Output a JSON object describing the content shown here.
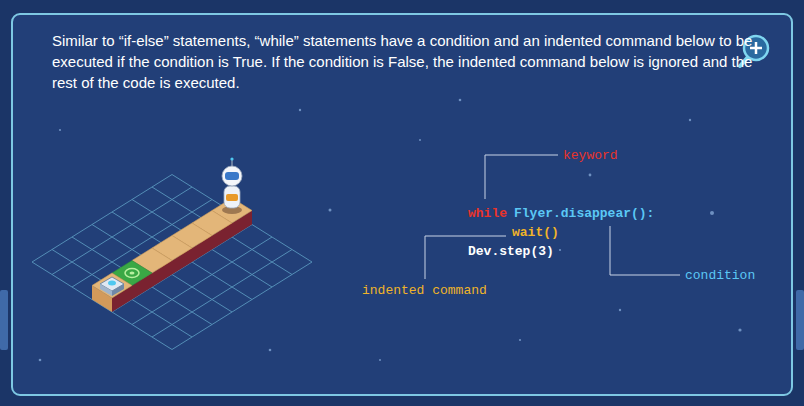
{
  "diagram": {
    "labels": [
      "Similar to “if-else” statements, “while” statements have a condition and an indented command below to be executed if the condition is True. If the condition is False, the indented command below is ignored and the rest of the code is executed.",
      "keyword",
      "while",
      "Flyer.disappear():",
      "wait()",
      "Dev.step(3)",
      "condition",
      "indented command"
    ]
  }
}
